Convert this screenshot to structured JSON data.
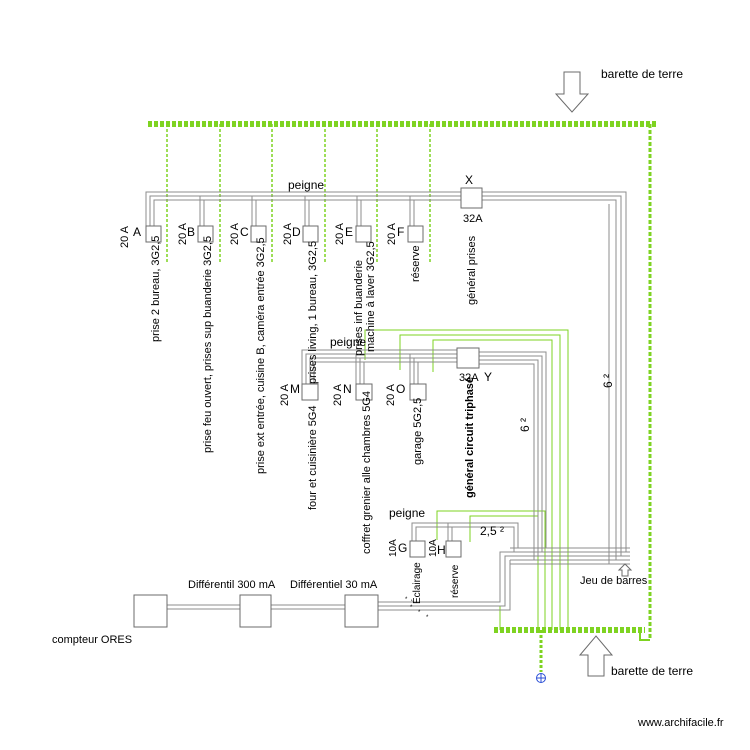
{
  "colors": {
    "ground": "#7ed321",
    "bus": "#8c8c8c",
    "box": "#6b6b6b",
    "text": "#000000"
  },
  "labels": {
    "ground_bar_top": "barette de terre",
    "ground_bar_bottom": "barette de terre",
    "comb_top": "peigne",
    "comb_mid": "peigne",
    "comb_bottom": "peigne",
    "x_letter": "X",
    "x_rating": "32A",
    "x_desc": "général prises",
    "y_letter": "Y",
    "y_rating": "32A",
    "y_desc": "général circuit triphasé",
    "cable_6_right": "6 ²",
    "cable_6_left": "6 ²",
    "cable_2_5": "2,5 ²",
    "busbar": "Jeu de barres",
    "meter": "compteur ORES",
    "diff_300": "Différentil 300 mA",
    "diff_30": "Différentiel 30 mA",
    "watermark": "www.archifacile.fr"
  },
  "circuits_top": [
    {
      "letter": "A",
      "rating": "20 A",
      "desc": "prise 2 bureau, 3G2,5"
    },
    {
      "letter": "B",
      "rating": "20 A",
      "desc": "prise feu ouvert, prises sup buanderie 3G2,5"
    },
    {
      "letter": "C",
      "rating": "20 A",
      "desc": "prise ext entrée, cuisine B, caméra entrée   3G2,5"
    },
    {
      "letter": "D",
      "rating": "20 A",
      "desc": "prises living, 1 bureau, 3G2,5"
    },
    {
      "letter": "E",
      "rating": "20 A",
      "desc": "prises inf buanderie",
      "desc2": "machine à laver 3G2,5"
    },
    {
      "letter": "F",
      "rating": "20 A",
      "desc": "réserve"
    }
  ],
  "circuits_mid": [
    {
      "letter": "M",
      "rating": "20 A",
      "desc": "four et cuisinière 5G4"
    },
    {
      "letter": "N",
      "rating": "20 A",
      "desc": "coffret grenier alle chambres 5G4"
    },
    {
      "letter": "O",
      "rating": "20 A",
      "desc": "garage 5G2,5"
    }
  ],
  "circuits_bottom": [
    {
      "letter": "G",
      "rating": "10A",
      "desc": "Éclairage"
    },
    {
      "letter": "H",
      "rating": "10A",
      "desc": "réserve"
    }
  ]
}
